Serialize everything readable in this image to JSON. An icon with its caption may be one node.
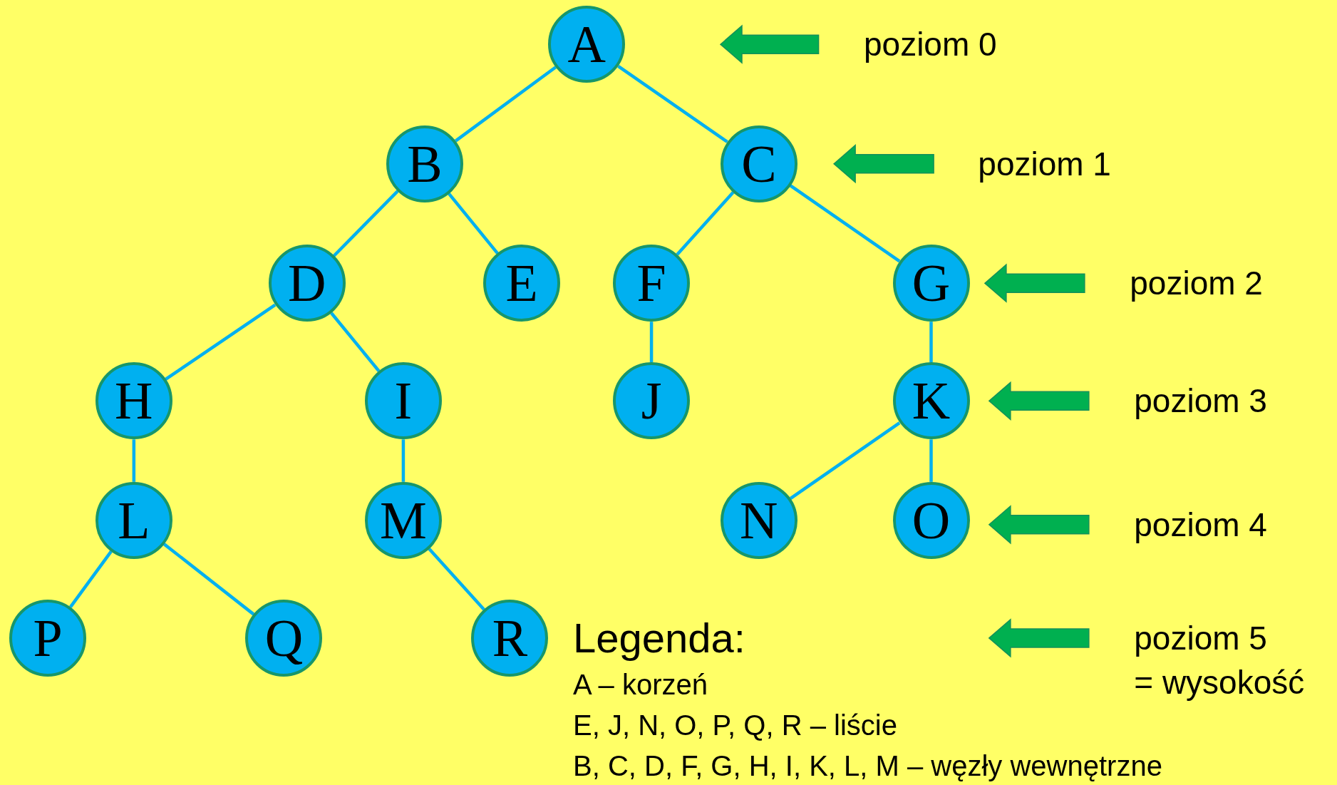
{
  "diagram": {
    "nodes": [
      {
        "text": [
          "A"
        ]
      },
      {
        "text": [
          "B"
        ]
      },
      {
        "text": [
          "C"
        ]
      },
      {
        "text": [
          "D"
        ]
      },
      {
        "text": [
          "E"
        ]
      },
      {
        "text": [
          "F"
        ]
      },
      {
        "text": [
          "G"
        ]
      },
      {
        "text": [
          "H"
        ]
      },
      {
        "text": [
          "I"
        ]
      },
      {
        "text": [
          "J"
        ]
      },
      {
        "text": [
          "K"
        ]
      },
      {
        "text": [
          "L"
        ]
      },
      {
        "text": [
          "M"
        ]
      },
      {
        "text": [
          "N"
        ]
      },
      {
        "text": [
          "O"
        ]
      },
      {
        "text": [
          "P"
        ]
      },
      {
        "text": [
          "Q"
        ]
      },
      {
        "text": [
          "R"
        ]
      }
    ],
    "edges": [
      {
        "from": 0,
        "to": 1,
        "arrow": "none"
      },
      {
        "from": 0,
        "to": 2,
        "arrow": "none"
      },
      {
        "from": 1,
        "to": 3,
        "arrow": "none"
      },
      {
        "from": 1,
        "to": 4,
        "arrow": "none"
      },
      {
        "from": 2,
        "to": 5,
        "arrow": "none"
      },
      {
        "from": 2,
        "to": 6,
        "arrow": "none"
      },
      {
        "from": 3,
        "to": 7,
        "arrow": "none"
      },
      {
        "from": 3,
        "to": 8,
        "arrow": "none"
      },
      {
        "from": 5,
        "to": 9,
        "arrow": "none"
      },
      {
        "from": 6,
        "to": 10,
        "arrow": "none"
      },
      {
        "from": 7,
        "to": 11,
        "arrow": "none"
      },
      {
        "from": 8,
        "to": 12,
        "arrow": "none"
      },
      {
        "from": 10,
        "to": 13,
        "arrow": "none"
      },
      {
        "from": 10,
        "to": 14,
        "arrow": "none"
      },
      {
        "from": 11,
        "to": 15,
        "arrow": "none"
      },
      {
        "from": 11,
        "to": 16,
        "arrow": "none"
      },
      {
        "from": 12,
        "to": 17,
        "arrow": "none"
      }
    ],
    "labels": [
      "poziom 0",
      "poziom 1",
      "poziom 2",
      "poziom 3",
      "poziom 4",
      "poziom 5",
      "= wysokość",
      "Legenda:",
      "A – korzeń",
      "E, J, N, O, P, Q, R – liście",
      "B, C, D, F, G, H, I, K, L, M – węzły wewnętrzne"
    ]
  }
}
